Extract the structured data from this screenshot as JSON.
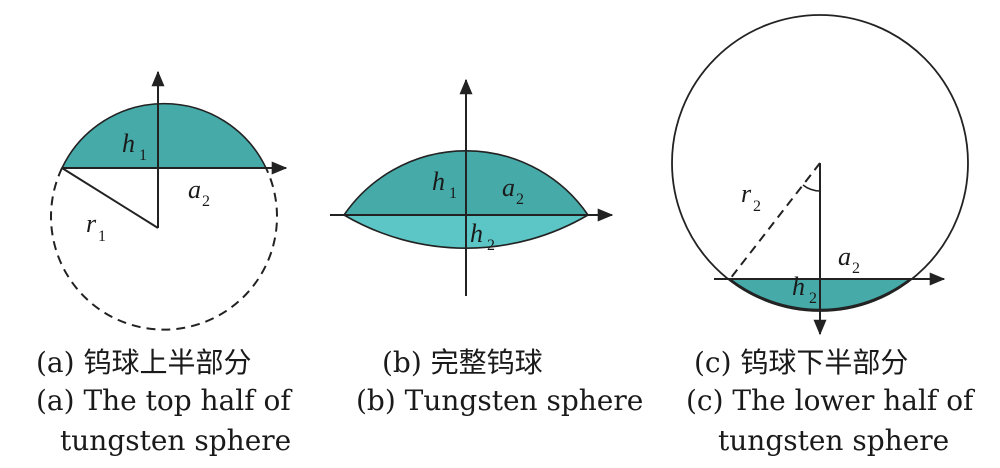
{
  "colors": {
    "cap_fill_dark": "#46aaa8",
    "cap_fill_light": "#5cc6c6",
    "stroke": "#222222"
  },
  "panel_a": {
    "label_h": "h",
    "sub_h": "1",
    "label_a": "a",
    "sub_a": "2",
    "label_r": "r",
    "sub_r": "1",
    "caption_cn": "(a) 钨球上半部分",
    "caption_en_1": "(a) The top half of",
    "caption_en_2": "tungsten sphere"
  },
  "panel_b": {
    "label_h1": "h",
    "sub_h1": "1",
    "label_a": "a",
    "sub_a": "2",
    "label_h2": "h",
    "sub_h2": "2",
    "caption_cn": "(b) 完整钨球",
    "caption_en": "(b) Tungsten sphere"
  },
  "panel_c": {
    "label_r": "r",
    "sub_r": "2",
    "label_a": "a",
    "sub_a": "2",
    "label_h": "h",
    "sub_h": "2",
    "caption_cn": "(c) 钨球下半部分",
    "caption_en_1": "(c) The lower half of",
    "caption_en_2": "tungsten sphere"
  }
}
